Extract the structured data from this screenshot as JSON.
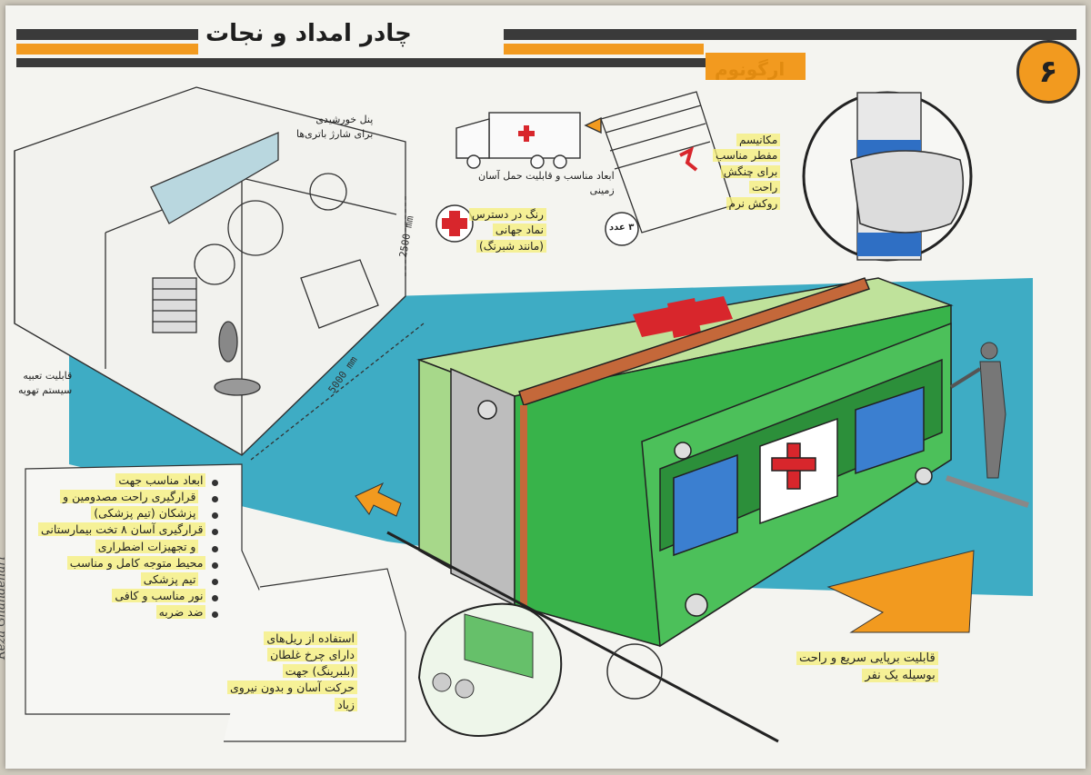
{
  "header": {
    "title": "چادر امداد و نجات",
    "subtitle": "ارگونوم",
    "page_number": "۶"
  },
  "colors": {
    "orange": "#f29a1f",
    "stripe_dark": "#3a3a3a",
    "teal": "#2aa4bf",
    "green": "#38b34a",
    "light_green": "#a7d88a",
    "red_cross": "#d8262c",
    "highlighter": "#f6ef78"
  },
  "annotations": {
    "solar_panel": [
      "پنل خورشیدی",
      "برای شارژ باتری‌ها"
    ],
    "truck": [
      "ابعاد مناسب و قابلیت حمل آسان",
      "زمینی"
    ],
    "red_cross_note": [
      "رنگ در دسترس",
      "نماد جهانی",
      "(مانند شبرنگ)"
    ],
    "handle_note": [
      "مکانیسم",
      "مفطر مناسب",
      "برای چنگش",
      "راحت",
      "روکش نرم"
    ],
    "ventilation": [
      "قابلیت تعبیه",
      "سیستم تهویه"
    ],
    "rolling": [
      "استفاده از ریل‌های",
      "دارای چرخ غلطان",
      "(بلبرینگ) جهت",
      "حرکت آسان و بدون نیروی",
      "زیاد"
    ],
    "quick_open": [
      "قابلیت برپایی سریع و راحت",
      "بوسیله یک نفر"
    ]
  },
  "dimensions": {
    "height": "2500 mm",
    "length": "5000 mm"
  },
  "door_badge": "۳ عدد",
  "left_notes": [
    "ابعاد مناسب جهت",
    "قرارگیری راحت مصدومین و",
    "پزشکان (تیم پزشکی)",
    "قرارگیری آسان ۸ تخت بیمارستانی",
    "و تجهیزات اضطراری",
    "محیط متوجه کامل و مناسب",
    "تیم پزشکی",
    "نور مناسب و کافی",
    "ضد ضربه"
  ],
  "signature": "Reza Ghandehari"
}
